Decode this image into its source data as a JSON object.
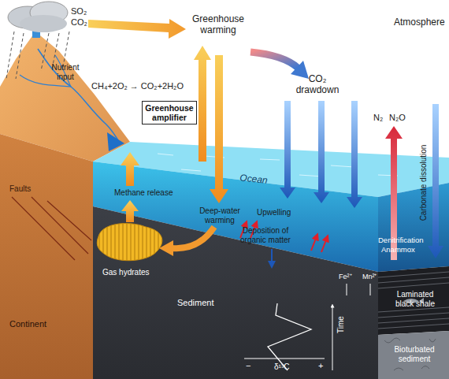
{
  "diagram": {
    "nodes": [
      {
        "text": [
          "Greenhouse amplifier"
        ]
      }
    ],
    "labels": [
      "SO₂",
      "CO₂",
      "Atmosphere",
      "Greenhouse warming",
      "Nutrient input",
      "CO₂ drawdown",
      "N₂",
      "N₂O",
      "CH₄+2O₂ → CO₂+2H₂O",
      "Ocean",
      "Faults",
      "Methane release",
      "Deep-water warming",
      "Upwelling",
      "Deposition of organic matter",
      "Carbonate dissolution",
      "Denitrification",
      "Anammox",
      "Continent",
      "Gas hydrates",
      "Sediment",
      "Fe²⁺",
      "Mn²⁺",
      "Laminated black shale",
      "Bioturbated sediment",
      "δ¹³C",
      "Time",
      "−",
      "+"
    ]
  }
}
